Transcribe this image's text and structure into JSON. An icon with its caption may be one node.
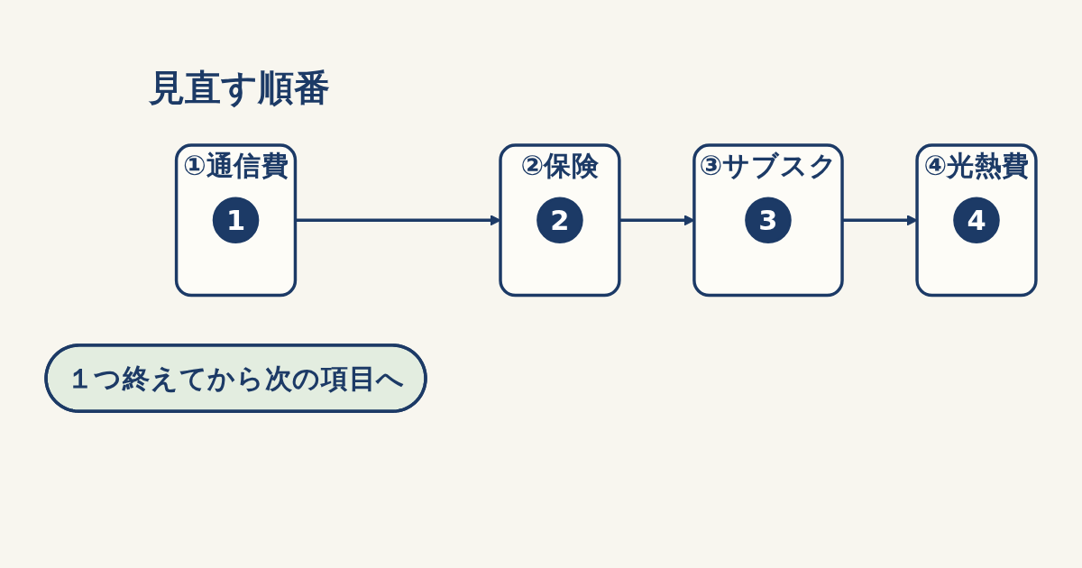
{
  "diagram": {
    "title": "見直す順番",
    "nodes": [
      {
        "text": [
          "①通信費"
        ]
      },
      {
        "text": [
          "1"
        ],
        "in": 0
      },
      {
        "text": [
          "②保険"
        ]
      },
      {
        "text": [
          "2"
        ],
        "in": 2
      },
      {
        "text": [
          "③サブスク"
        ]
      },
      {
        "text": [
          "3"
        ],
        "in": 4
      },
      {
        "text": [
          "④光熱費"
        ]
      },
      {
        "text": [
          "4"
        ],
        "in": 6
      },
      {
        "text": [
          "１つ終えてから次の項目へ"
        ]
      }
    ],
    "edges": [
      {
        "from": 0,
        "to": 2,
        "arrow": "to"
      },
      {
        "from": 2,
        "to": 4,
        "arrow": "to"
      },
      {
        "from": 4,
        "to": 6,
        "arrow": "to"
      }
    ]
  }
}
